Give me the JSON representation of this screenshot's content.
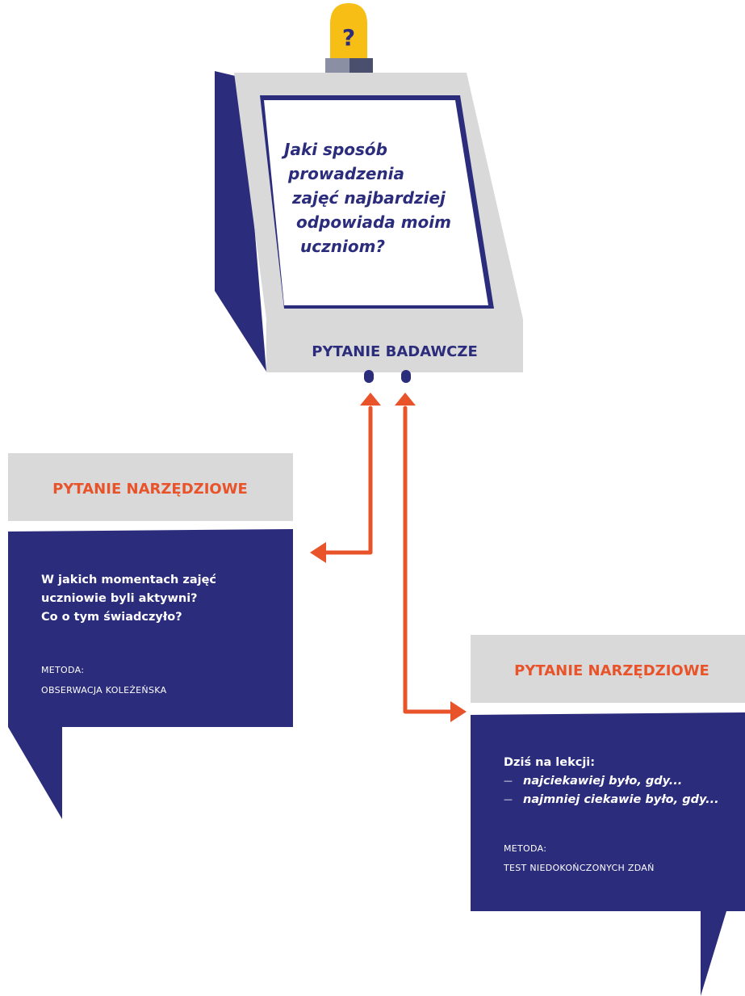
{
  "colors": {
    "navy": "#2B2C7C",
    "gray": "#D9D9D9",
    "orange": "#E8532A",
    "yellow": "#F7BE16",
    "white": "#FFFFFF"
  },
  "beacon": {
    "symbol": "?"
  },
  "monitor": {
    "question_lines": [
      "Jaki sposób",
      "prowadzenia",
      "zajęć najbardziej",
      "odpowiada moim",
      "uczniom?"
    ],
    "label": "PYTANIE BADAWCZE"
  },
  "left_card": {
    "header": "PYTANIE NARZĘDZIOWE",
    "question_lines": [
      "W jakich momentach zajęć",
      "uczniowie byli aktywni?",
      "Co o tym świadczyło?"
    ],
    "method_label": "METODA:",
    "method_value": "OBSERWACJA KOLEŻEŃSKA"
  },
  "right_card": {
    "header": "PYTANIE NARZĘDZIOWE",
    "intro": "Dziś na lekcji:",
    "items": [
      {
        "dash": "—",
        "text": "najciekawiej było, gdy..."
      },
      {
        "dash": "—",
        "text": "najmniej ciekawie było, gdy..."
      }
    ],
    "method_label": "METODA:",
    "method_value": "TEST NIEDOKOŃCZONYCH ZDAŃ"
  }
}
